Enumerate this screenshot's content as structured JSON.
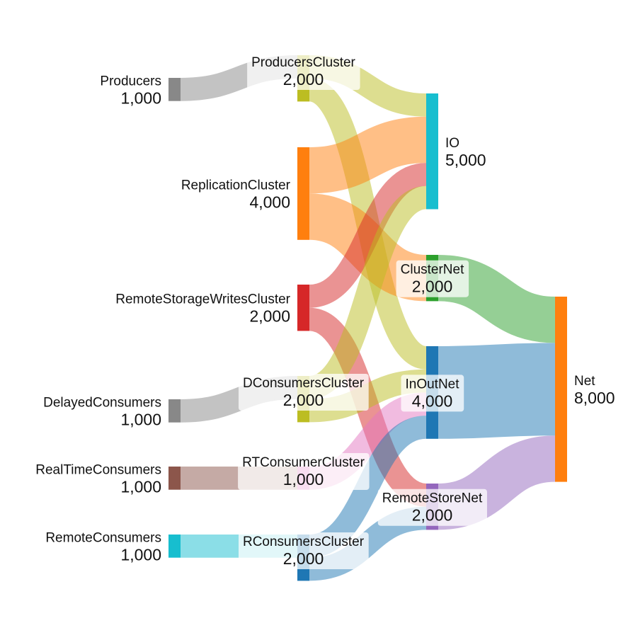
{
  "chart_data": {
    "type": "sankey",
    "value_format": "thousands-comma",
    "nodes": [
      {
        "id": "Producers",
        "label": "Producers",
        "value": 1000,
        "color": "#888888"
      },
      {
        "id": "ReplicationCluster",
        "label": "ReplicationCluster",
        "value": 4000,
        "color": "#ff7f0e"
      },
      {
        "id": "RemoteStorageWritesCluster",
        "label": "RemoteStorageWritesCluster",
        "value": 2000,
        "color": "#d62728"
      },
      {
        "id": "DelayedConsumers",
        "label": "DelayedConsumers",
        "value": 1000,
        "color": "#888888"
      },
      {
        "id": "RealTimeConsumers",
        "label": "RealTimeConsumers",
        "value": 1000,
        "color": "#8c564b"
      },
      {
        "id": "RemoteConsumers",
        "label": "RemoteConsumers",
        "value": 1000,
        "color": "#17becf"
      },
      {
        "id": "ProducersCluster",
        "label": "ProducersCluster",
        "value": 2000,
        "color": "#bcbd22"
      },
      {
        "id": "DConsumersCluster",
        "label": "DConsumersCluster",
        "value": 2000,
        "color": "#bcbd22"
      },
      {
        "id": "RTConsumerCluster",
        "label": "RTConsumerCluster",
        "value": 1000,
        "color": "#e377c2"
      },
      {
        "id": "RConsumersCluster",
        "label": "RConsumersCluster",
        "value": 2000,
        "color": "#1f77b4"
      },
      {
        "id": "IO",
        "label": "IO",
        "value": 5000,
        "color": "#17becf"
      },
      {
        "id": "ClusterNet",
        "label": "ClusterNet",
        "value": 2000,
        "color": "#2ca02c"
      },
      {
        "id": "InOutNet",
        "label": "InOutNet",
        "value": 4000,
        "color": "#1f77b4"
      },
      {
        "id": "RemoteStoreNet",
        "label": "RemoteStoreNet",
        "value": 2000,
        "color": "#9467bd"
      },
      {
        "id": "Net",
        "label": "Net",
        "value": 8000,
        "color": "#ff7f0e"
      }
    ],
    "links": [
      {
        "source": "Producers",
        "target": "ProducersCluster",
        "value": 1000
      },
      {
        "source": "ProducersCluster",
        "target": "IO",
        "value": 1000
      },
      {
        "source": "ProducersCluster",
        "target": "InOutNet",
        "value": 1000
      },
      {
        "source": "ReplicationCluster",
        "target": "IO",
        "value": 2000
      },
      {
        "source": "ReplicationCluster",
        "target": "ClusterNet",
        "value": 2000
      },
      {
        "source": "RemoteStorageWritesCluster",
        "target": "IO",
        "value": 1000
      },
      {
        "source": "RemoteStorageWritesCluster",
        "target": "RemoteStoreNet",
        "value": 1000
      },
      {
        "source": "DelayedConsumers",
        "target": "DConsumersCluster",
        "value": 1000
      },
      {
        "source": "DConsumersCluster",
        "target": "IO",
        "value": 1000
      },
      {
        "source": "DConsumersCluster",
        "target": "InOutNet",
        "value": 1000
      },
      {
        "source": "RealTimeConsumers",
        "target": "RTConsumerCluster",
        "value": 1000
      },
      {
        "source": "RTConsumerCluster",
        "target": "InOutNet",
        "value": 1000
      },
      {
        "source": "RemoteConsumers",
        "target": "RConsumersCluster",
        "value": 1000
      },
      {
        "source": "RConsumersCluster",
        "target": "InOutNet",
        "value": 1000
      },
      {
        "source": "RConsumersCluster",
        "target": "RemoteStoreNet",
        "value": 1000
      },
      {
        "source": "ClusterNet",
        "target": "Net",
        "value": 2000
      },
      {
        "source": "InOutNet",
        "target": "Net",
        "value": 4000
      },
      {
        "source": "RemoteStoreNet",
        "target": "Net",
        "value": 2000
      }
    ]
  }
}
